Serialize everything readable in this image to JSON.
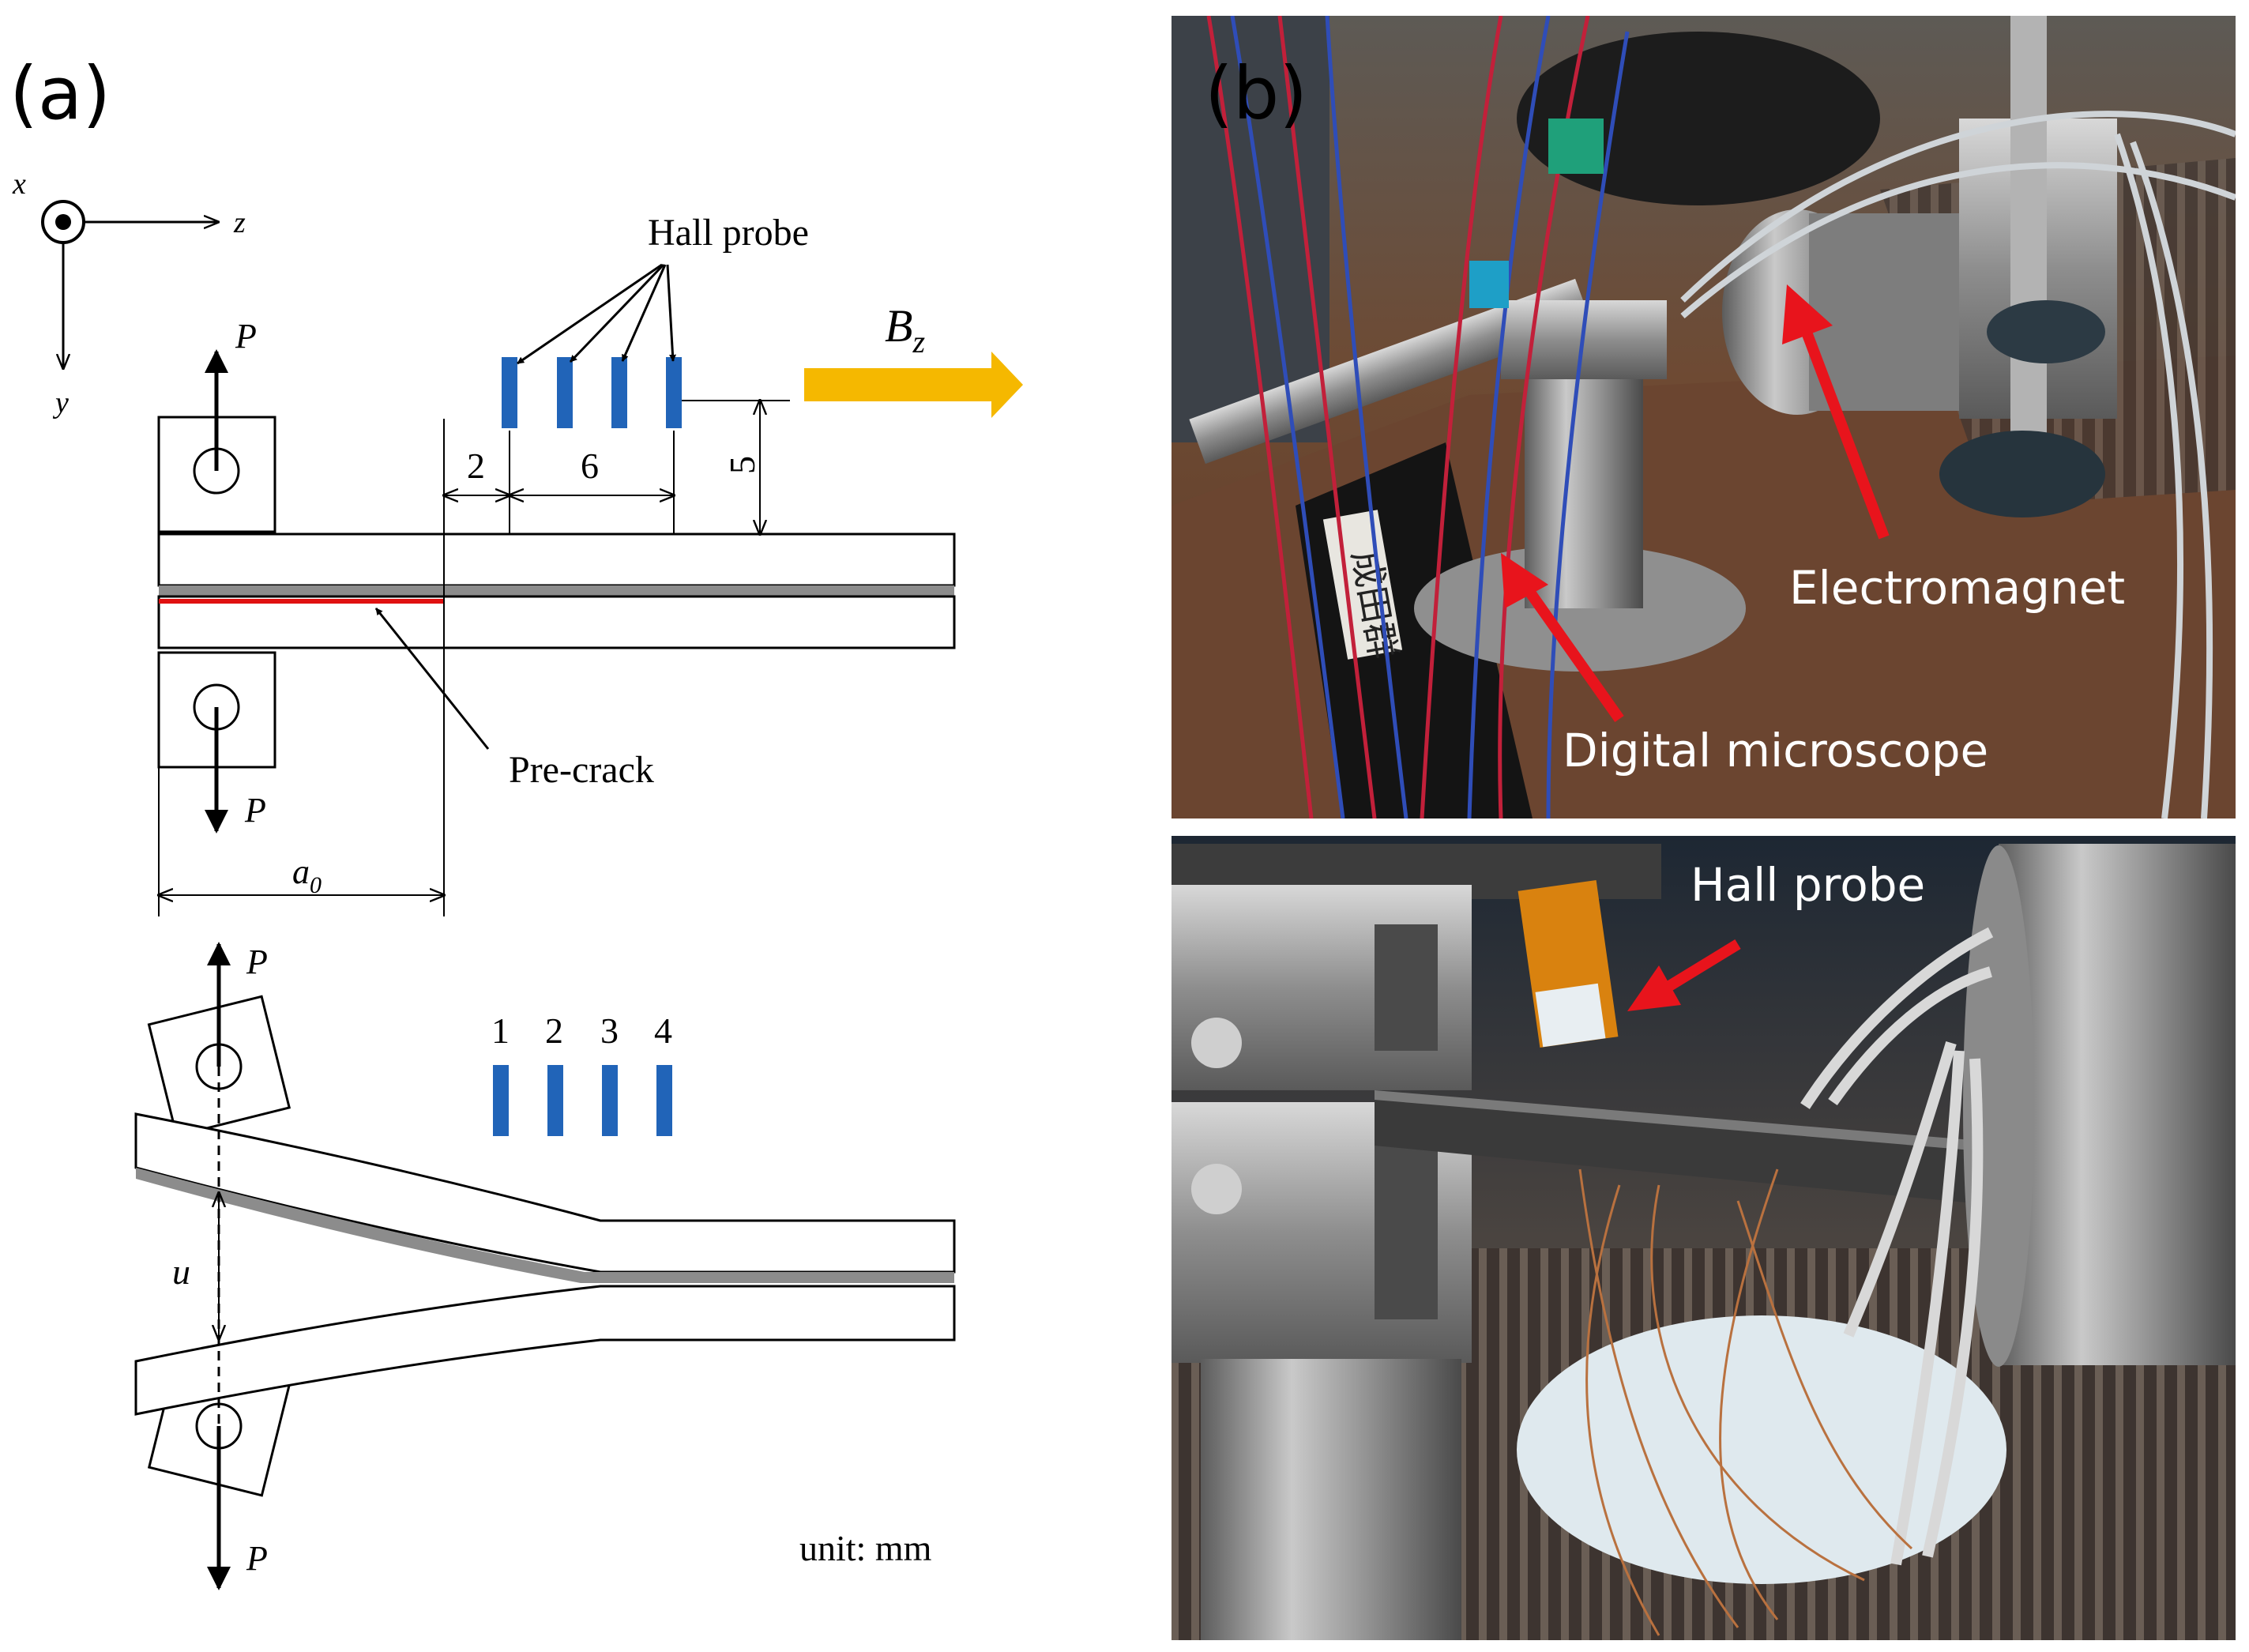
{
  "panel_a": {
    "label": "(a)",
    "axes": {
      "x": "x",
      "z": "z",
      "y": "y"
    },
    "hall_probe_label": "Hall probe",
    "field_label": "B",
    "field_sub": "z",
    "dimensions": {
      "d1": "2",
      "d2": "6",
      "d3": "5"
    },
    "load_label": "P",
    "precrack_label": "Pre-crack",
    "a0_label": "a",
    "a0_sub": "0",
    "u_label": "u",
    "probe_numbers": [
      "1",
      "2",
      "3",
      "4"
    ],
    "unit_label": "unit: mm",
    "colors": {
      "probe": "#2164b8",
      "arrow": "#f5b800",
      "crack": "#e01010",
      "adhesive": "#8c8c8c"
    }
  },
  "panel_b": {
    "label": "(b)",
    "top_photo": {
      "electromagnet_label": "Electromagnet",
      "microscope_label": "Digital microscope",
      "stamp_text": "成田群"
    },
    "bottom_photo": {
      "hall_probe_label": "Hall probe"
    },
    "colors": {
      "annotation_arrow": "#e8141c"
    }
  }
}
